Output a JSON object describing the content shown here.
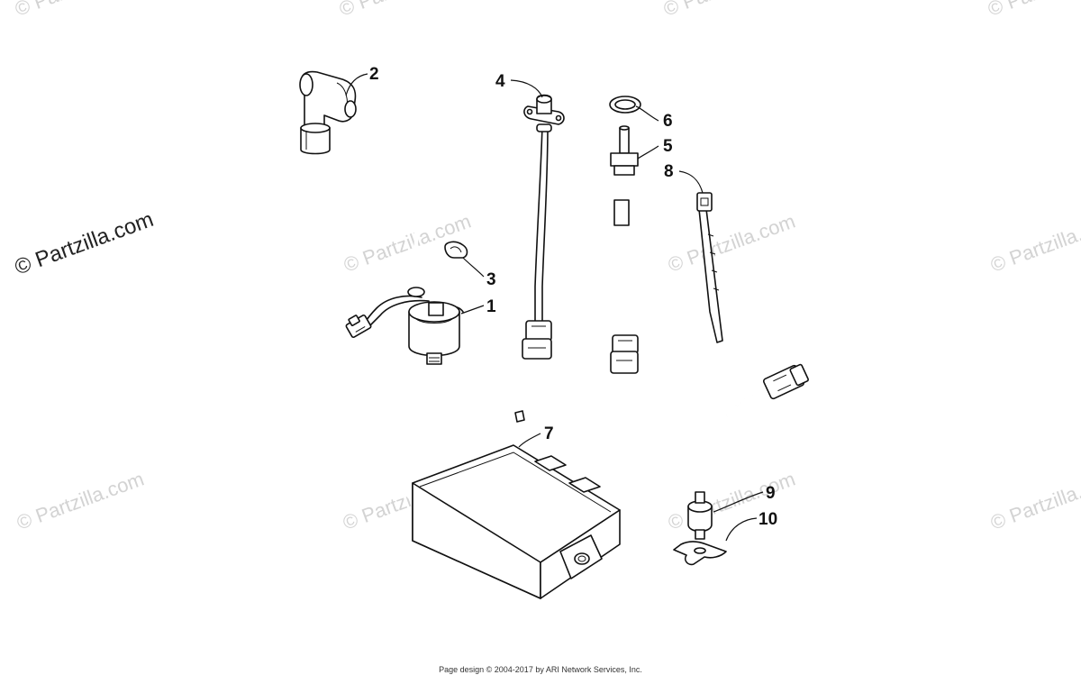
{
  "watermark": {
    "text": "© Partzilla.com",
    "main_text": "© Partzilla.com"
  },
  "callouts": [
    {
      "id": "1",
      "label": "1"
    },
    {
      "id": "2",
      "label": "2"
    },
    {
      "id": "3",
      "label": "3"
    },
    {
      "id": "4",
      "label": "4"
    },
    {
      "id": "5",
      "label": "5"
    },
    {
      "id": "6",
      "label": "6"
    },
    {
      "id": "7",
      "label": "7"
    },
    {
      "id": "8",
      "label": "8"
    },
    {
      "id": "9",
      "label": "9"
    },
    {
      "id": "10",
      "label": "10"
    }
  ],
  "footer": {
    "text": "Page design © 2004-2017 by ARI Network Services, Inc."
  }
}
